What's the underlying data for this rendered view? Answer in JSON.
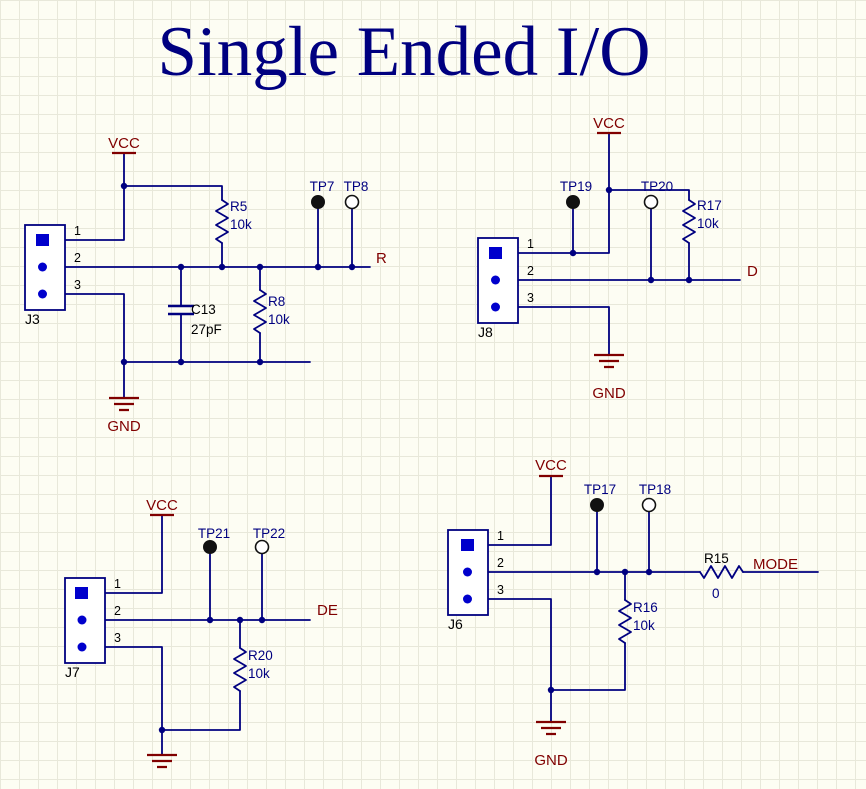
{
  "title": "Single Ended I/O",
  "colors": {
    "wire": "#000080",
    "power_symbol": "#800000",
    "net_label": "#800000",
    "component_text": "#000080",
    "black_text": "#000000",
    "title_text": "#000080",
    "connector_pin": "#0000cc",
    "background": "#fdfdf3",
    "grid_line": "#e8e8da"
  },
  "circuits": {
    "top_left": {
      "connector": {
        "designator": "J3",
        "pins": [
          "1",
          "2",
          "3"
        ]
      },
      "power": {
        "vcc": "VCC",
        "gnd": "GND"
      },
      "net_label": "R",
      "pullup_resistor": {
        "designator": "R5",
        "value": "10k"
      },
      "termination_resistor": {
        "designator": "R8",
        "value": "10k"
      },
      "capacitor": {
        "designator": "C13",
        "value": "27pF"
      },
      "testpoint_filled": "TP7",
      "testpoint_open": "TP8"
    },
    "top_right": {
      "connector": {
        "designator": "J8",
        "pins": [
          "1",
          "2",
          "3"
        ]
      },
      "power": {
        "vcc": "VCC",
        "gnd": "GND"
      },
      "net_label": "D",
      "pullup_resistor": {
        "designator": "R17",
        "value": "10k"
      },
      "testpoint_filled": "TP19",
      "testpoint_open": "TP20"
    },
    "bottom_left": {
      "connector": {
        "designator": "J7",
        "pins": [
          "1",
          "2",
          "3"
        ]
      },
      "power": {
        "vcc": "VCC"
      },
      "net_label": "DE",
      "pulldown_resistor": {
        "designator": "R20",
        "value": "10k"
      },
      "testpoint_filled": "TP21",
      "testpoint_open": "TP22"
    },
    "bottom_right": {
      "connector": {
        "designator": "J6",
        "pins": [
          "1",
          "2",
          "3"
        ]
      },
      "power": {
        "vcc": "VCC",
        "gnd": "GND"
      },
      "net_label": "MODE",
      "pulldown_resistor": {
        "designator": "R16",
        "value": "10k"
      },
      "series_resistor": {
        "designator": "R15",
        "value": "0"
      },
      "testpoint_filled": "TP17",
      "testpoint_open": "TP18"
    }
  }
}
